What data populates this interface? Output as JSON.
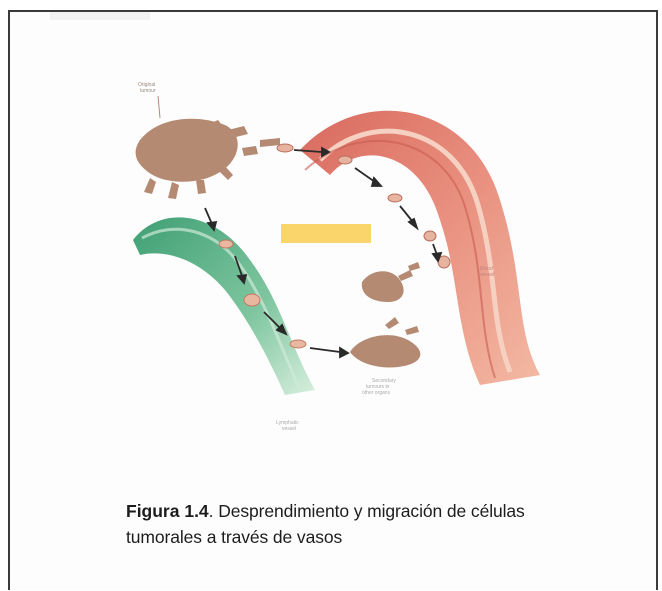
{
  "figure": {
    "caption_label": "Figura 1.4",
    "caption_text": ". Desprendimiento y migración de células tumorales a través de vasos",
    "caption_cut_line": "... ... ... ..."
  },
  "illustration": {
    "tumor_label_lines": [
      "Original",
      "tumour"
    ],
    "blood_vessel_label_lines": [
      "Blood",
      "vessel"
    ],
    "secondary_label_lines": [
      "Secondary",
      "tumours in",
      "other organs"
    ],
    "lymph_vessel_label_lines": [
      "Lymphatic",
      "vessel"
    ],
    "colors": {
      "tumor": "#b48a73",
      "blood_vessel": "#e48472",
      "lymph_vessel": "#5db48a",
      "highlight_box": "#f9d56b",
      "arrow": "#2a2a2a"
    }
  }
}
